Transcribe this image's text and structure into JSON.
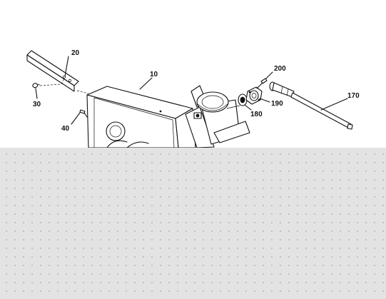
{
  "diagram": {
    "callouts": [
      {
        "id": "part-20",
        "label": "20"
      },
      {
        "id": "part-30",
        "label": "30"
      },
      {
        "id": "part-40",
        "label": "40"
      },
      {
        "id": "part-10",
        "label": "10"
      },
      {
        "id": "part-200",
        "label": "200"
      },
      {
        "id": "part-170",
        "label": "170"
      },
      {
        "id": "part-180",
        "label": "180"
      },
      {
        "id": "part-190",
        "label": "190"
      }
    ]
  },
  "colors": {
    "ink": "#111111",
    "background": "#ffffff",
    "placeholder": "#e3e3e3",
    "placeholder_dots": "#b7b7b7"
  }
}
